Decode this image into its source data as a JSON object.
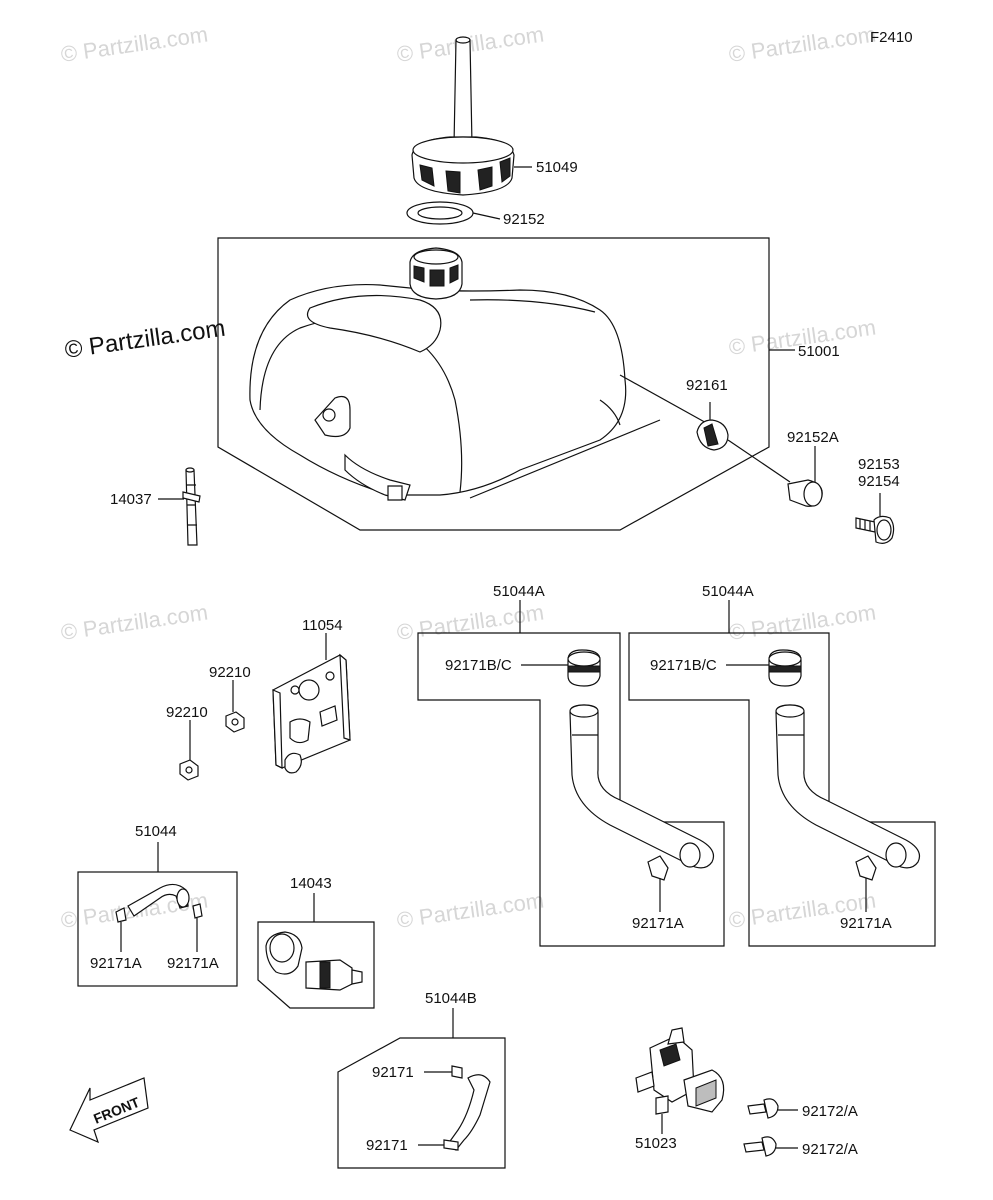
{
  "figure_code": "F2410",
  "watermark": "© Partzilla.com",
  "watermark_main": "© Partzilla.com",
  "front_label": "FRONT",
  "parts": {
    "p51049": "51049",
    "p92152": "92152",
    "p51001": "51001",
    "p92161": "92161",
    "p92152A": "92152A",
    "p92153": "92153",
    "p92154": "92154",
    "p14037": "14037",
    "p11054": "11054",
    "p92210a": "92210",
    "p92210b": "92210",
    "p51044A_1": "51044A",
    "p51044A_2": "51044A",
    "p92171BC_1": "92171B/C",
    "p92171BC_2": "92171B/C",
    "p92171A_1": "92171A",
    "p92171A_2": "92171A",
    "p51044": "51044",
    "p92171A_3": "92171A",
    "p92171A_4": "92171A",
    "p14043": "14043",
    "p51044B": "51044B",
    "p92171_1": "92171",
    "p92171_2": "92171",
    "p51023": "51023",
    "p92172A_1": "92172/A",
    "p92172A_2": "92172/A"
  }
}
